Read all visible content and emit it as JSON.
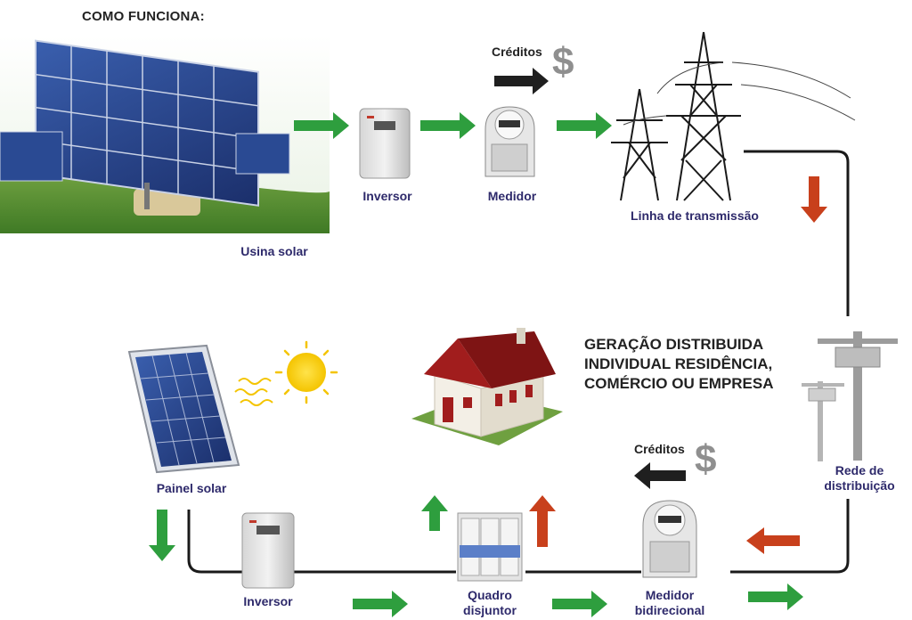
{
  "title": "COMO FUNCIONA:",
  "headline": {
    "line1": "GERAÇÃO DISTRIBUIDA",
    "line2": "INDIVIDUAL RESIDÊNCIA,",
    "line3": "COMÉRCIO OU EMPRESA"
  },
  "labels": {
    "usina_solar": "Usina solar",
    "inversor_top": "Inversor",
    "medidor": "Medidor",
    "linha_transmissao": "Linha de transmissão",
    "rede_line1": "Rede de",
    "rede_line2": "distribuição",
    "painel_solar": "Painel solar",
    "inversor_bottom": "Inversor",
    "quadro_line1": "Quadro",
    "quadro_line2": "disjuntor",
    "medidor_bi_line1": "Medidor",
    "medidor_bi_line2": "bidirecional"
  },
  "credits": {
    "top": "Créditos",
    "bottom": "Créditos",
    "symbol": "$"
  },
  "icons": [
    "solar-farm-image",
    "inverter-icon",
    "meter-icon",
    "transmission-tower-icon",
    "utility-pole-icon",
    "solar-panel-icon",
    "sun-icon",
    "house-icon",
    "breaker-icon",
    "bidirectional-meter-icon",
    "arrow-icon",
    "dollar-icon"
  ],
  "colors": {
    "green_arrow": "#2e9e3e",
    "red_arrow": "#c8401c",
    "dark_arrow": "#1f1f1f",
    "label_blue": "#2e2a6b",
    "line": "#1a1a1a"
  }
}
